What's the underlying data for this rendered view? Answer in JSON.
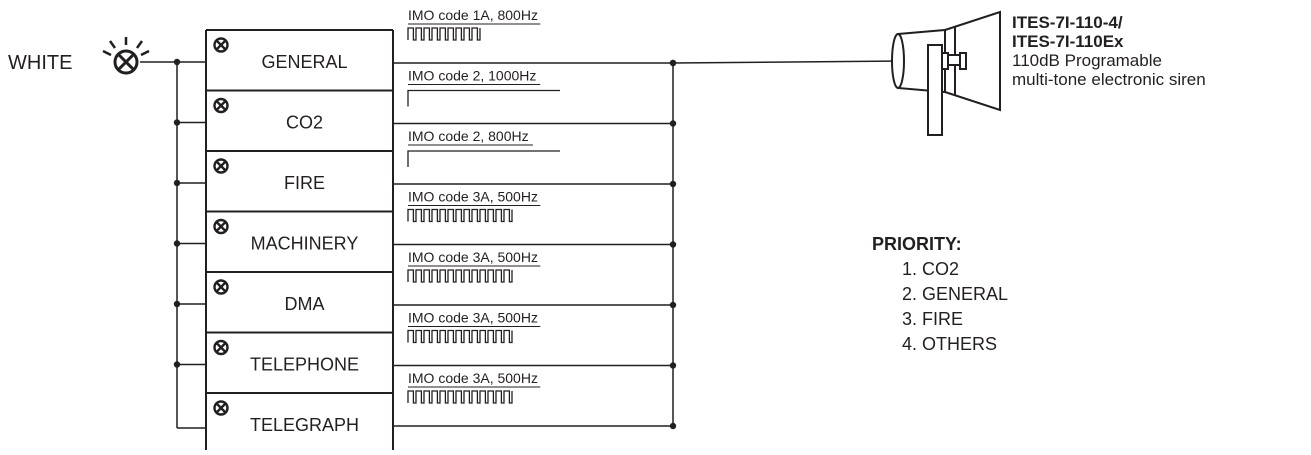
{
  "white_label": "WHITE",
  "channels": [
    {
      "label": "GENERAL",
      "signal": "IMO code 1A, 800Hz",
      "pattern": "pulse"
    },
    {
      "label": "CO2",
      "signal": "IMO code 2, 1000Hz",
      "pattern": "step"
    },
    {
      "label": "FIRE",
      "signal": "IMO code 2, 800Hz",
      "pattern": "step"
    },
    {
      "label": "MACHINERY",
      "signal": "IMO code 3A, 500Hz",
      "pattern": "pulse"
    },
    {
      "label": "DMA",
      "signal": "IMO code 3A, 500Hz",
      "pattern": "pulse"
    },
    {
      "label": "TELEPHONE",
      "signal": "IMO code 3A, 500Hz",
      "pattern": "pulse"
    },
    {
      "label": "TELEGRAPH",
      "signal": "IMO code 3A, 500Hz",
      "pattern": "pulse"
    }
  ],
  "siren": {
    "model_line1": "ITES-7I-110-4/",
    "model_line2": "ITES-7I-110Ex",
    "desc_line1": "110dB Programable",
    "desc_line2": "multi-tone electronic siren"
  },
  "priority": {
    "title": "PRIORITY:",
    "items": [
      "1. CO2",
      "2. GENERAL",
      "3. FIRE",
      "4. OTHERS"
    ]
  },
  "colors": {
    "ink": "#231f20",
    "background": "#ffffff"
  }
}
